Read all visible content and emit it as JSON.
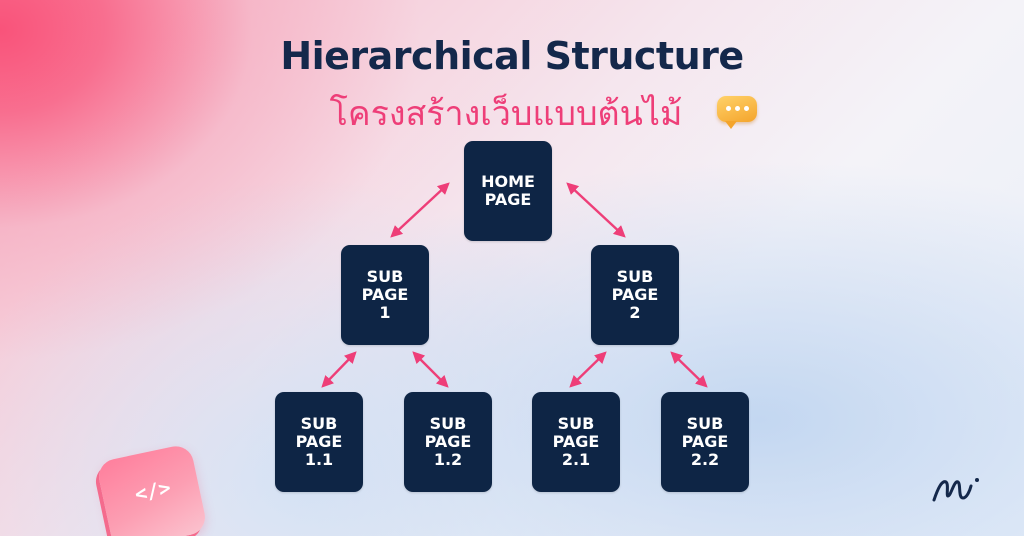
{
  "header": {
    "title": "Hierarchical Structure",
    "subtitle": "โครงสร้างเว็บแบบต้นไม้",
    "subtitle_icon": "chat-bubble-icon"
  },
  "colors": {
    "title": "#14284b",
    "subtitle": "#ee3e78",
    "node_fill": "#0e2545",
    "node_text": "#ffffff",
    "arrow": "#ee3e78",
    "gradient_pink": "#f9537a",
    "gradient_blue": "#c8daf2"
  },
  "diagram": {
    "nodes": {
      "home": {
        "lines": [
          "HOME",
          "PAGE"
        ]
      },
      "sub1": {
        "lines": [
          "SUB",
          "PAGE",
          "1"
        ]
      },
      "sub2": {
        "lines": [
          "SUB",
          "PAGE",
          "2"
        ]
      },
      "sub11": {
        "lines": [
          "SUB",
          "PAGE",
          "1.1"
        ]
      },
      "sub12": {
        "lines": [
          "SUB",
          "PAGE",
          "1.2"
        ]
      },
      "sub21": {
        "lines": [
          "SUB",
          "PAGE",
          "2.1"
        ]
      },
      "sub22": {
        "lines": [
          "SUB",
          "PAGE",
          "2.2"
        ]
      }
    },
    "edges": [
      {
        "from": "home",
        "to": "sub1",
        "type": "bidirectional"
      },
      {
        "from": "home",
        "to": "sub2",
        "type": "bidirectional"
      },
      {
        "from": "sub1",
        "to": "sub11",
        "type": "bidirectional"
      },
      {
        "from": "sub1",
        "to": "sub12",
        "type": "bidirectional"
      },
      {
        "from": "sub2",
        "to": "sub21",
        "type": "bidirectional"
      },
      {
        "from": "sub2",
        "to": "sub22",
        "type": "bidirectional"
      }
    ]
  },
  "decorations": {
    "code_tile_glyph": "</>",
    "code_tile_icon": "code-icon",
    "brand_logo": "signature-logo"
  }
}
